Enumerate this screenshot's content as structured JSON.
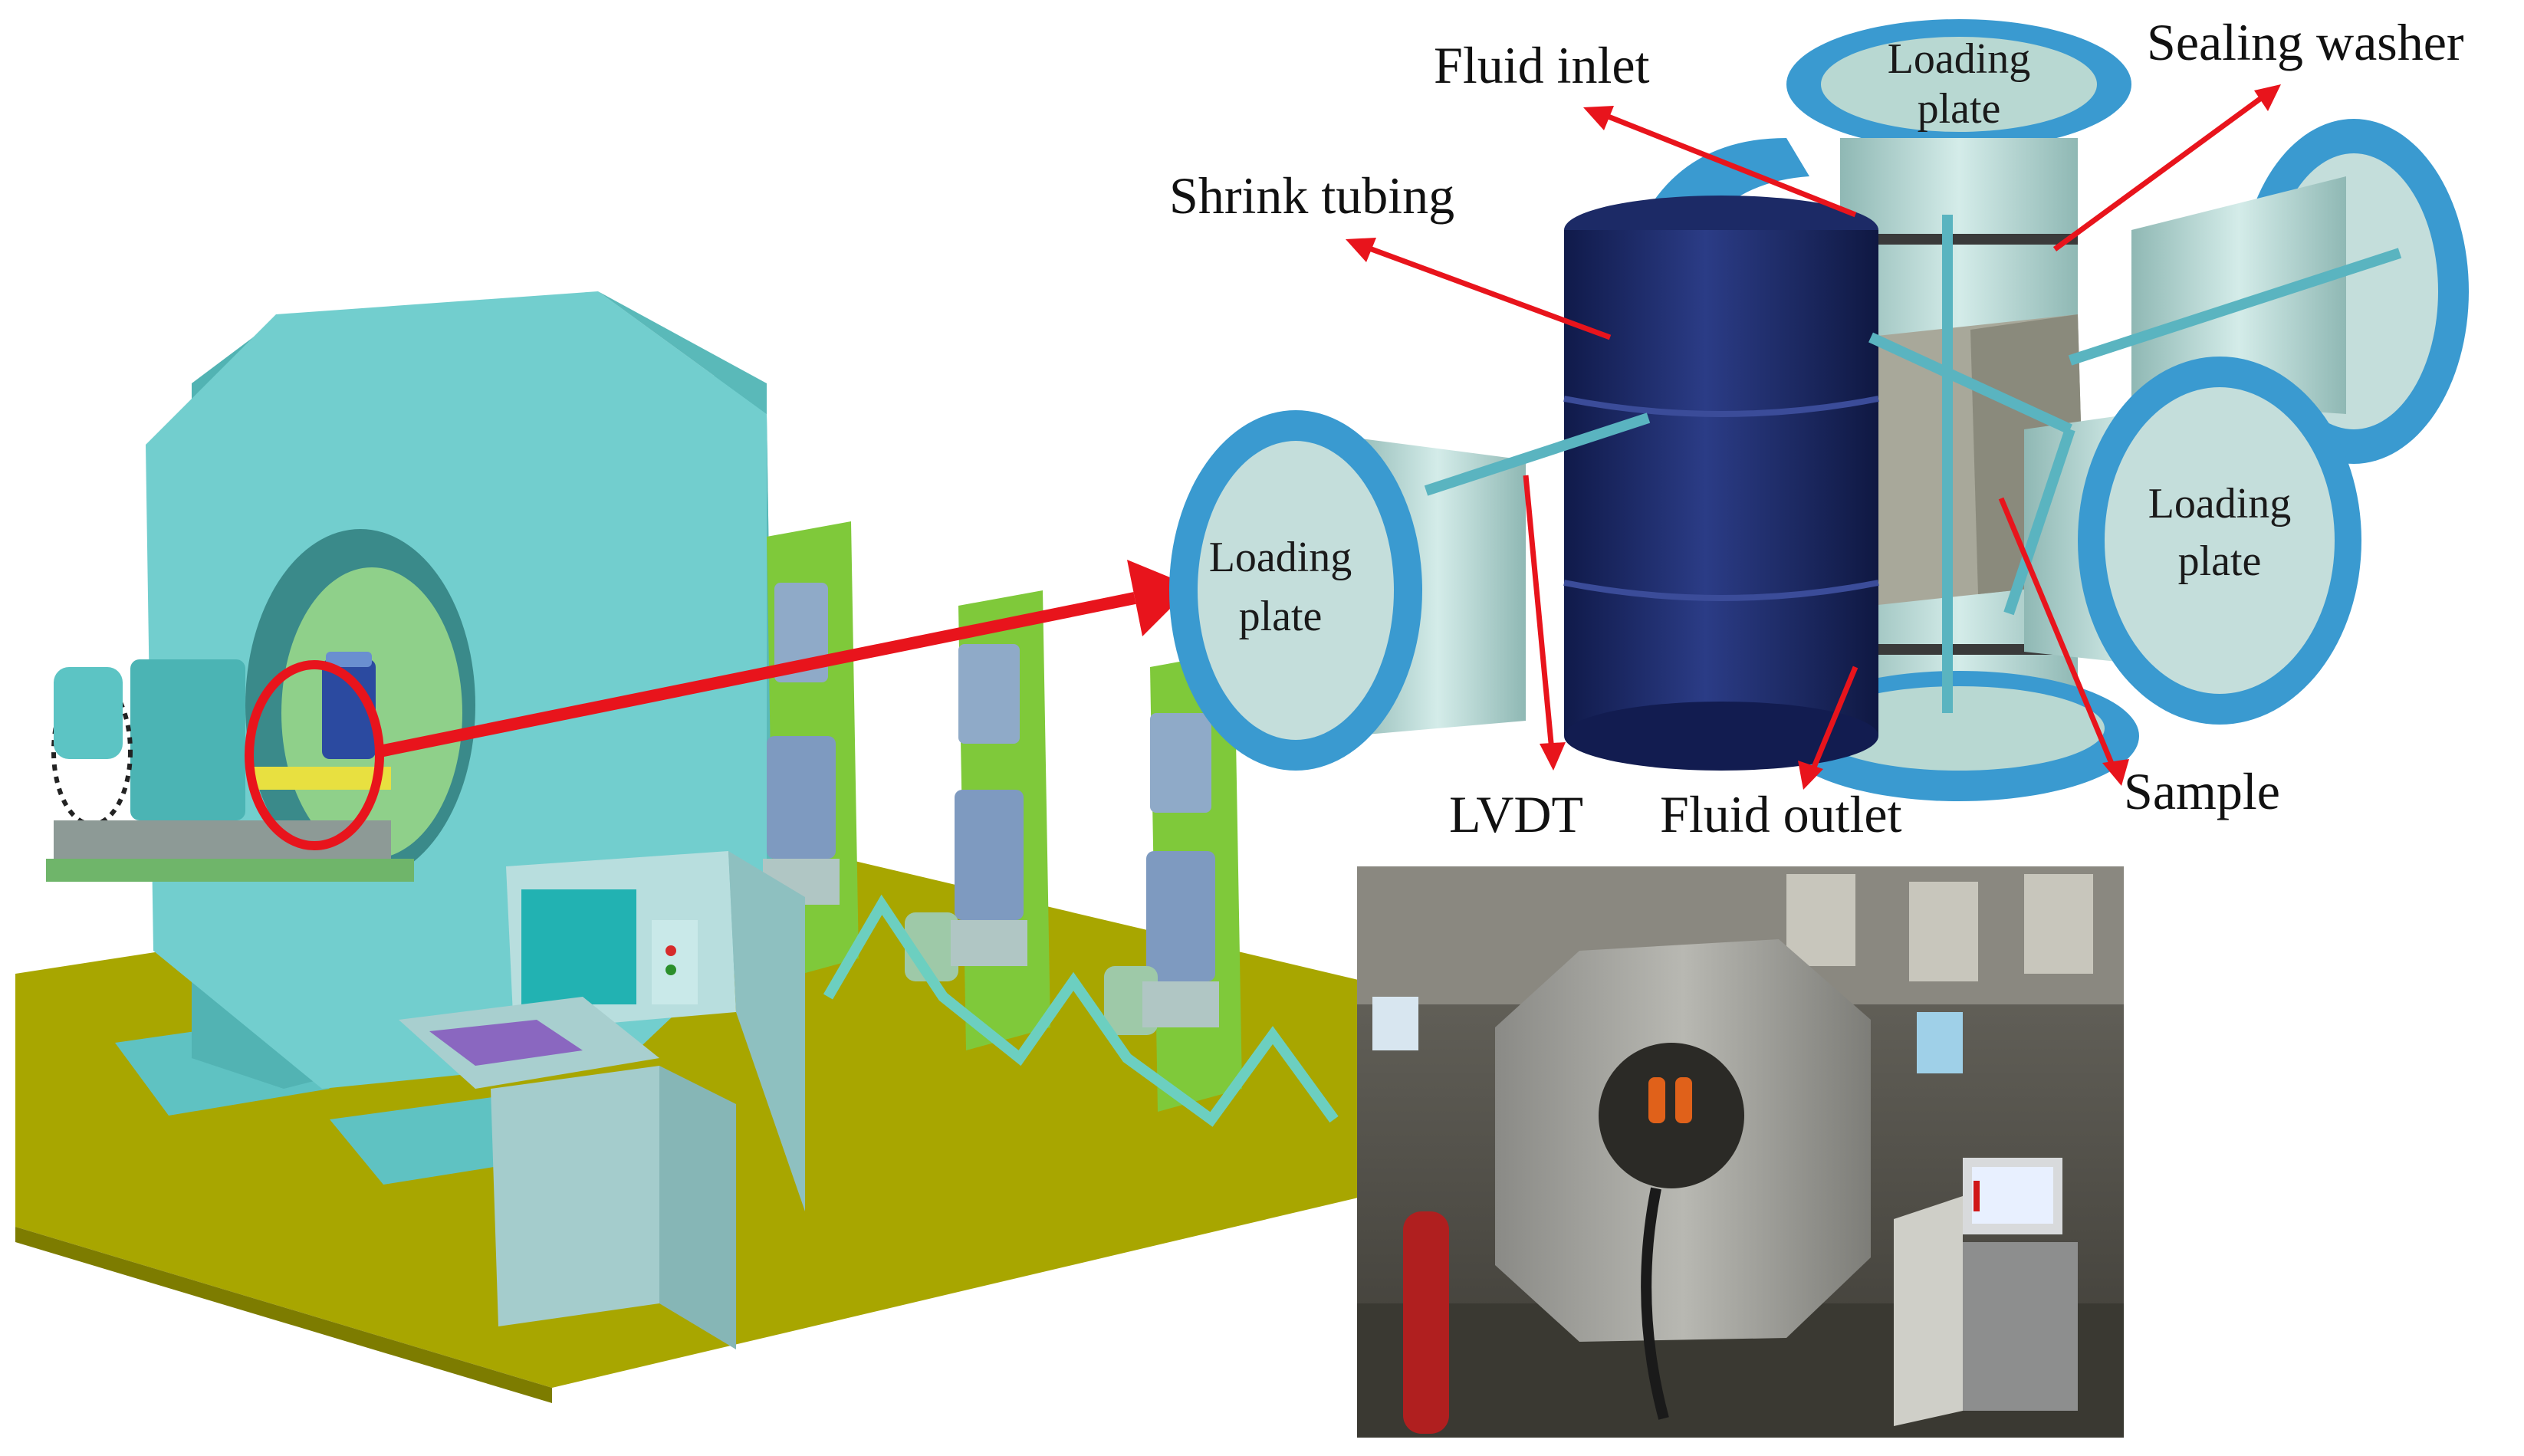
{
  "labels": {
    "fluid_inlet": "Fluid inlet",
    "sealing_washer": "Sealing washer",
    "shrink_tubing": "Shrink tubing",
    "lvdt": "LVDT",
    "fluid_outlet": "Fluid outlet",
    "sample": "Sample",
    "loading_plate_line1": "Loading",
    "loading_plate_line2": "plate"
  },
  "colors": {
    "callout_arrow": "#e8141c",
    "machine_body": "#68c9c9",
    "floor": "#a8a600",
    "panel_green": "#7fc93a",
    "flange_blue": "#3a9ad0",
    "shrink_tubing_navy": "#1c2a66",
    "cylinder_metal": "#b5dad6"
  },
  "icons": [
    "zoom-arrow",
    "highlight-circle"
  ]
}
